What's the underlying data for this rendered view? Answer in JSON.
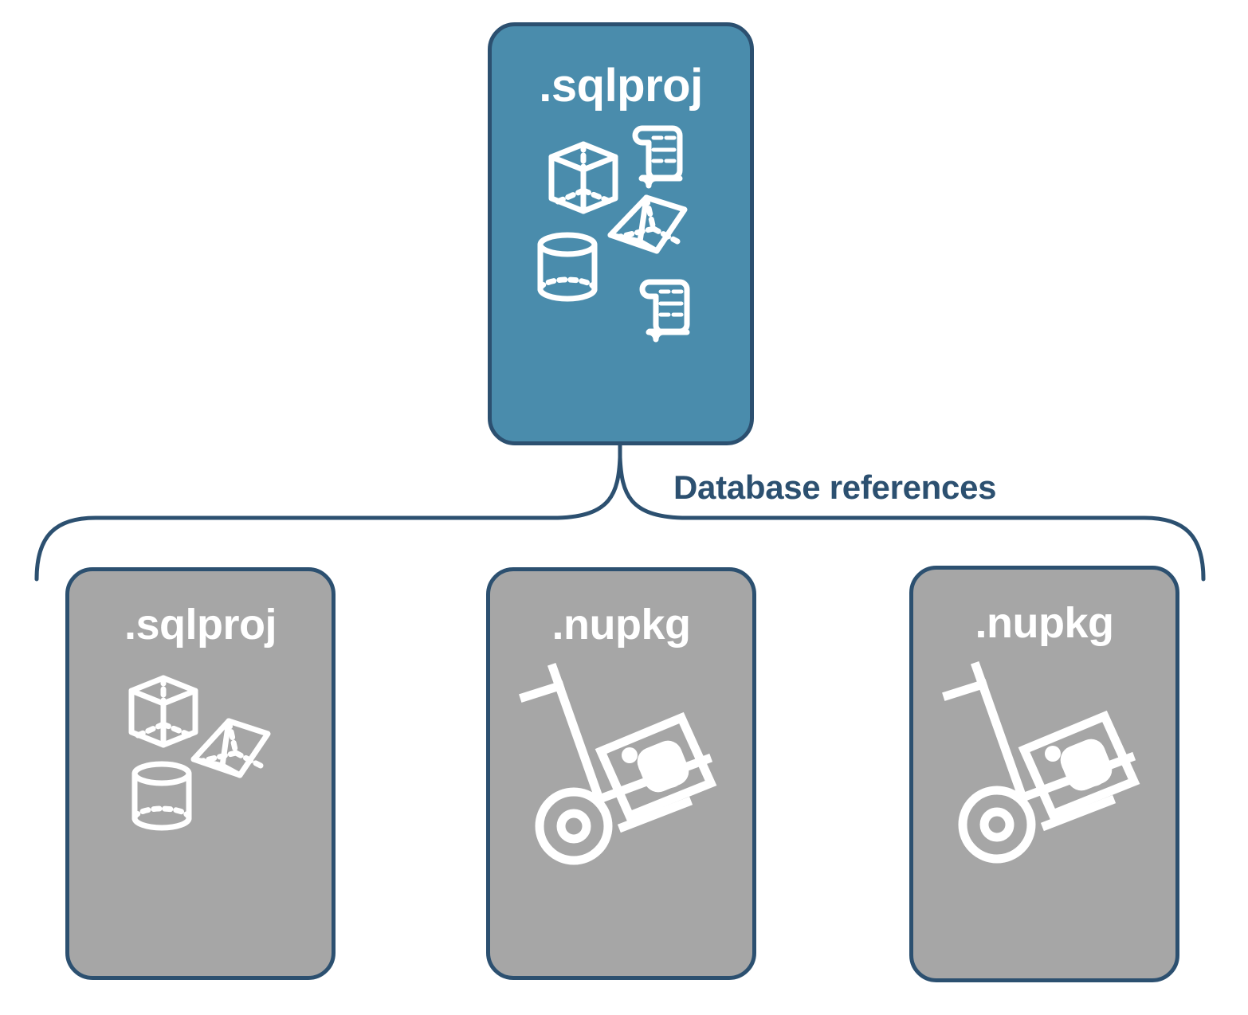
{
  "diagram": {
    "title_text": "Database references",
    "colors": {
      "primary_fill": "#4A8CAC",
      "secondary_fill": "#A6A6A6",
      "stroke": "#2C5070",
      "label_text": "#2C5070",
      "icon": "#FFFFFF",
      "background": "#FFFFFF"
    },
    "root": {
      "label": ".sqlproj",
      "fill": "primary",
      "icons": [
        "cube-icon",
        "scroll-icon",
        "pyramid-icon",
        "cylinder-icon",
        "scroll-icon"
      ]
    },
    "connector": {
      "type": "curly-brace",
      "label": "Database references"
    },
    "references": [
      {
        "label": ".sqlproj",
        "fill": "secondary",
        "icons": [
          "cube-icon",
          "pyramid-icon",
          "cylinder-icon"
        ]
      },
      {
        "label": ".nupkg",
        "fill": "secondary",
        "icons": [
          "hand-truck-package-icon"
        ]
      },
      {
        "label": ".nupkg",
        "fill": "secondary",
        "icons": [
          "hand-truck-package-icon"
        ]
      }
    ]
  }
}
